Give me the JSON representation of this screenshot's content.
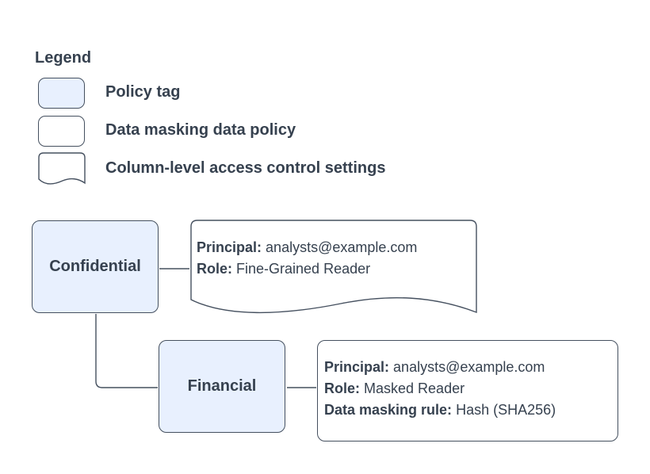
{
  "colors": {
    "policy_tag_fill": "#e8f0fe",
    "shape_fill": "#ffffff",
    "stroke": "#45505f",
    "text": "#36414f"
  },
  "legend": {
    "title": "Legend",
    "items": [
      {
        "shape": "policy-tag",
        "label": "Policy tag"
      },
      {
        "shape": "data-masking-data-policy",
        "label": "Data masking data policy"
      },
      {
        "shape": "column-level-access-control-settings",
        "label": "Column-level access control settings"
      }
    ]
  },
  "diagram": {
    "nodes": {
      "confidential": {
        "label": "Confidential",
        "type": "policy-tag"
      },
      "financial": {
        "label": "Financial",
        "type": "policy-tag"
      }
    },
    "access_settings": {
      "type": "column-level-access-control-settings",
      "lines": [
        {
          "key": "Principal:",
          "value": "analysts@example.com"
        },
        {
          "key": "Role:",
          "value": "Fine-Grained Reader"
        }
      ]
    },
    "masking_policy": {
      "type": "data-masking-data-policy",
      "lines": [
        {
          "key": "Principal:",
          "value": "analysts@example.com"
        },
        {
          "key": "Role:",
          "value": "Masked Reader"
        },
        {
          "key": "Data masking rule:",
          "value": "Hash (SHA256)"
        }
      ]
    }
  }
}
